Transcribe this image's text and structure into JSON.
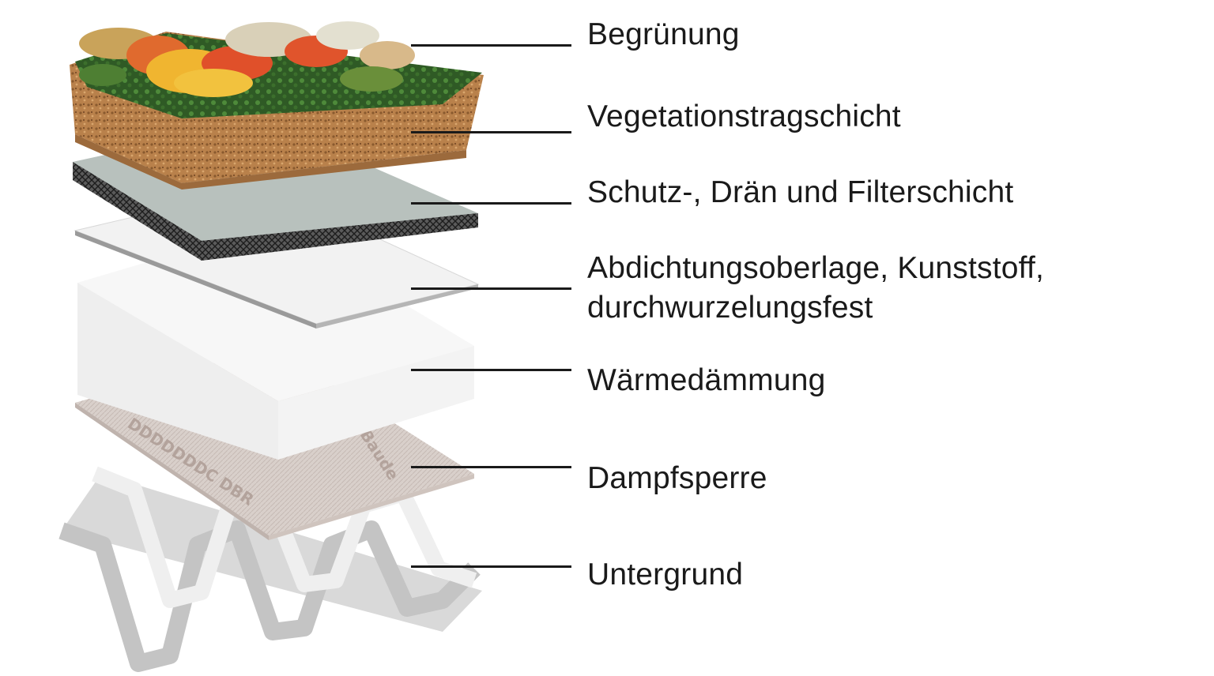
{
  "title": "",
  "layers": [
    {
      "label": "Begrünung"
    },
    {
      "label": "Vegetationstragschicht"
    },
    {
      "label": "Schutz-, Drän und Filterschicht"
    },
    {
      "label": "Abdichtungsoberlage, Kunststoff,",
      "label_line2": "durchwurzelungsfest"
    },
    {
      "label": "Wärmedämmung"
    },
    {
      "label": "Dampfsperre"
    },
    {
      "label": "Untergrund"
    }
  ],
  "membrane_print": {
    "left": "DDDDDDDC DBR",
    "right": "Baude"
  },
  "colors": {
    "soil": "#b07a45",
    "vegetation": "#3e6b2e",
    "drain_mat": "#b9c2be",
    "insulation": "#f1f1f1",
    "vapor_barrier": "#d8cfca",
    "deck": "#e6e6e6",
    "leader_line": "#1a1a1a"
  }
}
